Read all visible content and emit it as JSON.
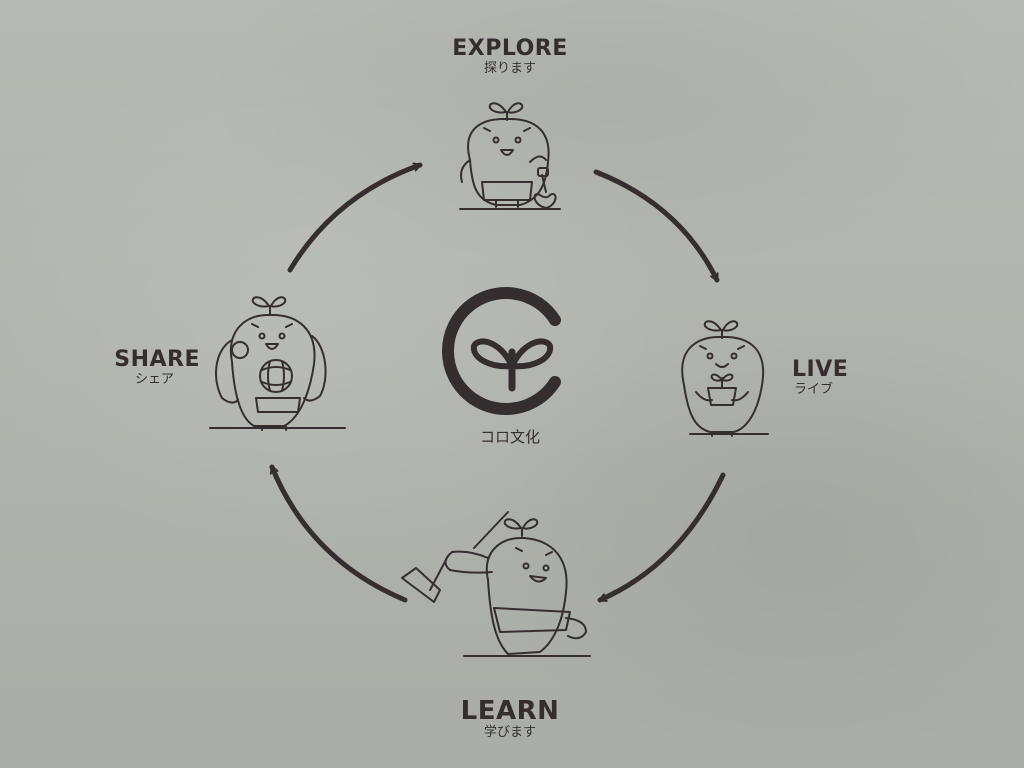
{
  "center": {
    "logo_icon": "sprout-c-logo-icon",
    "brand_text": "コロ文化"
  },
  "stages": {
    "explore": {
      "title": "EXPLORE",
      "subtitle": "探ります",
      "icon": "mascot-with-shovel-icon"
    },
    "live": {
      "title": "LIVE",
      "subtitle": "ライブ",
      "icon": "mascot-holding-plant-icon"
    },
    "learn": {
      "title": "LEARN",
      "subtitle": "学びます",
      "icon": "mascot-golfing-icon"
    },
    "share": {
      "title": "SHARE",
      "subtitle": "シェア",
      "icon": "mascot-with-ball-icon"
    }
  },
  "colors": {
    "ink": "#352e31",
    "wall": "#b1b4ae"
  }
}
